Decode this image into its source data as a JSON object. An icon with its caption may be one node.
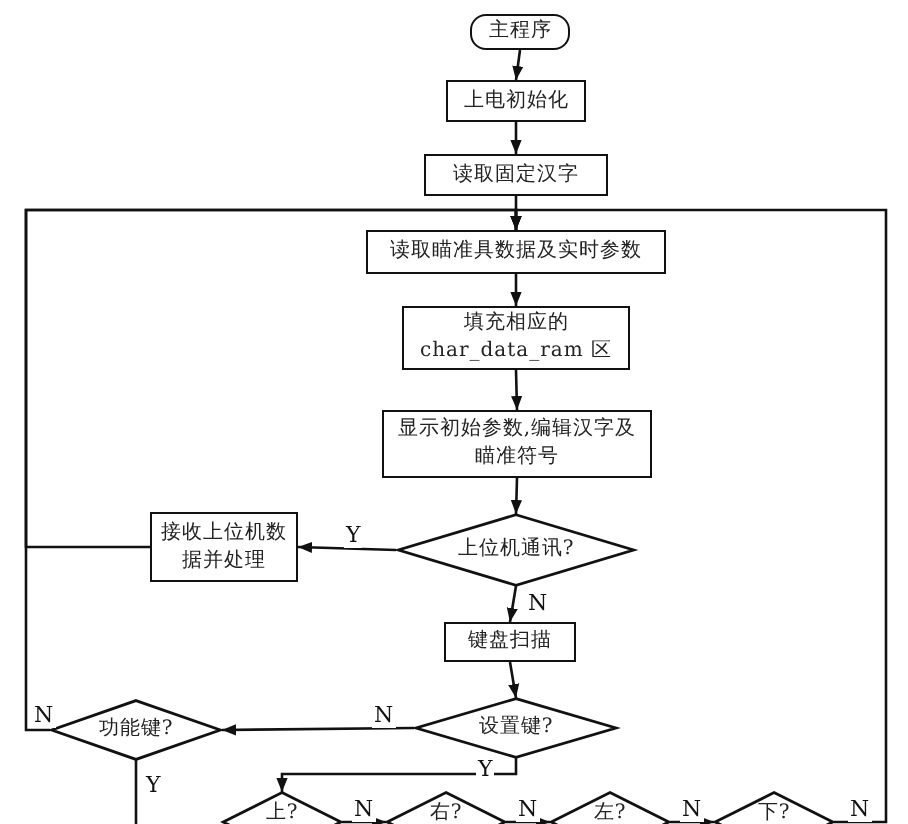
{
  "diagram": {
    "nodes": [
      {
        "text": [
          "主程序"
        ]
      },
      {
        "text": [
          "上电初始化"
        ]
      },
      {
        "text": [
          "读取固定汉字"
        ]
      },
      {
        "text": [
          "读取瞄准具数据及实时参数"
        ]
      },
      {
        "text": [
          "填充相应的 char_data_ram 区"
        ]
      },
      {
        "text": [
          "显示初始参数,编辑汉字及瞄准符号"
        ]
      },
      {
        "text": [
          "上位机通讯?"
        ]
      },
      {
        "text": [
          "接收上位机数据并处理"
        ]
      },
      {
        "text": [
          "键盘扫描"
        ]
      },
      {
        "text": [
          "设置键?"
        ]
      },
      {
        "text": [
          "功能键?"
        ]
      },
      {
        "text": [
          "上?"
        ]
      },
      {
        "text": [
          "右?"
        ]
      },
      {
        "text": [
          "左?"
        ]
      },
      {
        "text": [
          "下?"
        ]
      }
    ],
    "edges": [
      {
        "from": 0,
        "to": 1,
        "arrow": "to"
      },
      {
        "from": 1,
        "to": 2,
        "arrow": "to"
      },
      {
        "from": 2,
        "to": 3,
        "arrow": "to"
      },
      {
        "from": 3,
        "to": 4,
        "arrow": "to"
      },
      {
        "from": 4,
        "to": 5,
        "arrow": "to"
      },
      {
        "from": 5,
        "to": 6,
        "arrow": "to"
      },
      {
        "from": 6,
        "to": 7,
        "arrow": "to",
        "label": "Y"
      },
      {
        "from": 6,
        "to": 8,
        "arrow": "to",
        "label": "N"
      },
      {
        "from": 7,
        "to": 3,
        "arrow": "to"
      },
      {
        "from": 8,
        "to": 9,
        "arrow": "to"
      },
      {
        "from": 9,
        "to": 10,
        "arrow": "to",
        "label": "N"
      },
      {
        "from": 10,
        "to": 3,
        "arrow": "to",
        "label": "N"
      },
      {
        "from": 10,
        "to": null,
        "arrow": "none",
        "label": "Y"
      },
      {
        "from": 9,
        "to": 11,
        "arrow": "to",
        "label": "Y"
      },
      {
        "from": 11,
        "to": 12,
        "arrow": "to",
        "label": "N"
      },
      {
        "from": 12,
        "to": 13,
        "arrow": "to",
        "label": "N"
      },
      {
        "from": 13,
        "to": 14,
        "arrow": "to",
        "label": "N"
      },
      {
        "from": 14,
        "to": 3,
        "arrow": "to",
        "label": "N"
      }
    ]
  }
}
